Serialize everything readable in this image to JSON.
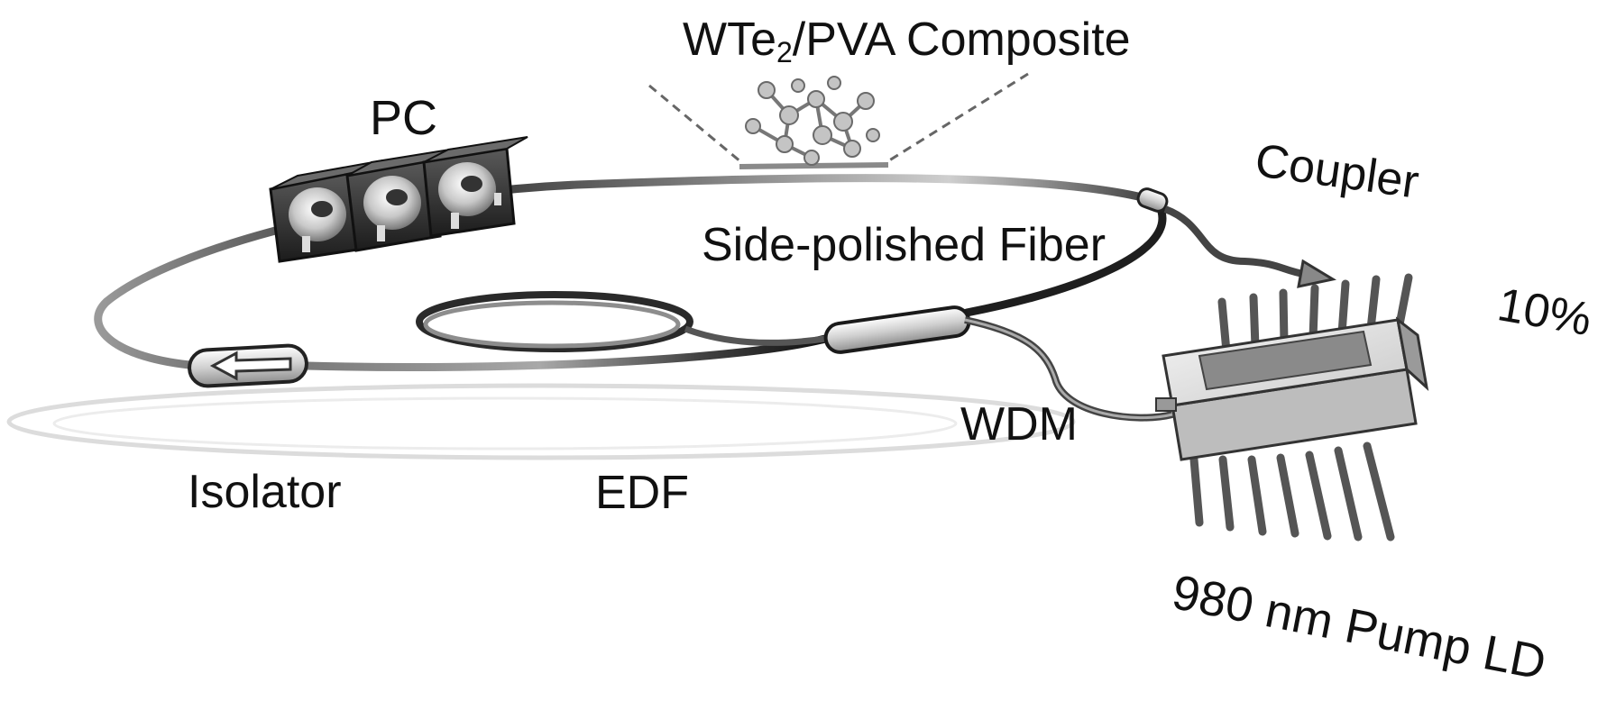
{
  "labels": {
    "pc": "PC",
    "composite_main": "WTe",
    "composite_sub": "2",
    "composite_rest": "/PVA Composite",
    "coupler": "Coupler",
    "side_polished_fiber": "Side-polished Fiber",
    "output_percent": "10%",
    "wdm": "WDM",
    "isolator": "Isolator",
    "edf": "EDF",
    "pump": "980 nm Pump LD"
  },
  "colors": {
    "fiber_dark": "#1e1e1e",
    "fiber_light": "#b4b4b4",
    "component_dark": "#252525",
    "component_light": "#dcdcdc",
    "shadow": "#d9d9d9"
  }
}
